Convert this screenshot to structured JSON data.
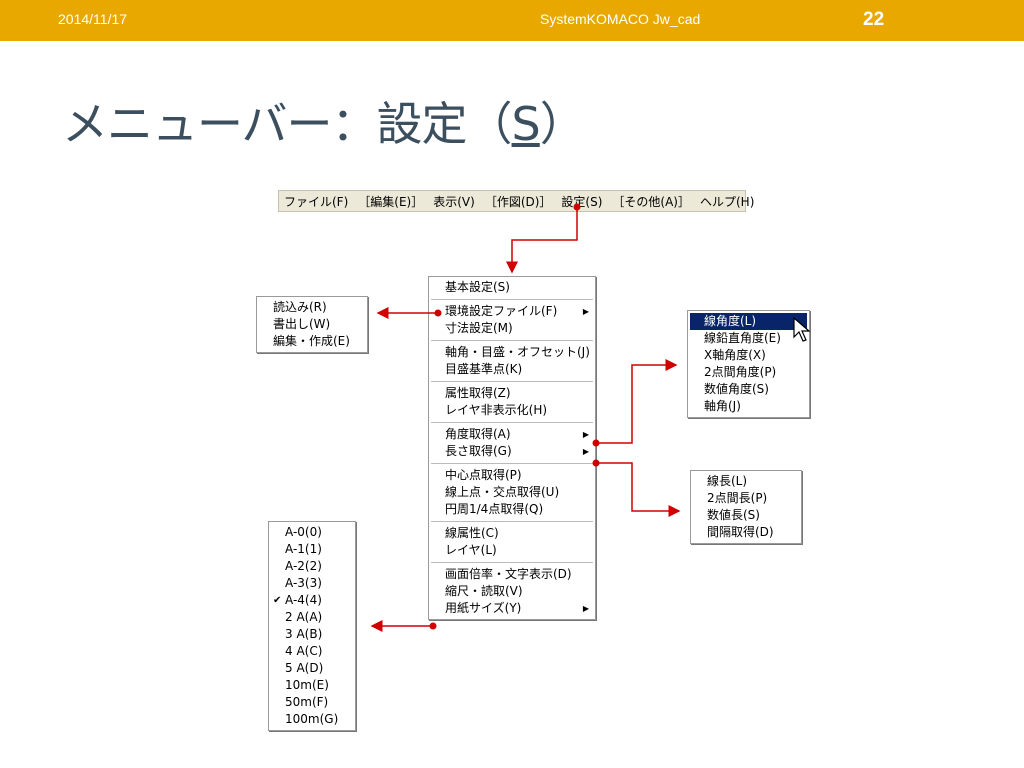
{
  "header": {
    "date": "2014/11/17",
    "title": "SystemKOMACO Jw_cad",
    "page_number": "22"
  },
  "slide_title": {
    "prefix": "メニューバー：設定（",
    "underline": "S",
    "suffix": "）"
  },
  "menubar": [
    "ファイル(F)",
    "［編集(E)］",
    "表示(V)",
    "［作図(D)］",
    "設定(S)",
    "［その他(A)］",
    "ヘルプ(H)"
  ],
  "settings_menu": {
    "group1": [
      "基本設定(S)"
    ],
    "group2": [
      "環境設定ファイル(F)",
      "寸法設定(M)"
    ],
    "group3": [
      "軸角・目盛・オフセット(J)",
      "目盛基準点(K)"
    ],
    "group4": [
      "属性取得(Z)",
      "レイヤ非表示化(H)"
    ],
    "group5": [
      "角度取得(A)",
      "長さ取得(G)"
    ],
    "group6": [
      "中心点取得(P)",
      "線上点・交点取得(U)",
      "円周1/4点取得(Q)"
    ],
    "group7": [
      "線属性(C)",
      "レイヤ(L)"
    ],
    "group8": [
      "画面倍率・文字表示(D)",
      "縮尺・読取(V)",
      "用紙サイズ(Y)"
    ]
  },
  "env_file_submenu": [
    "読込み(R)",
    "書出し(W)",
    "編集・作成(E)"
  ],
  "angle_submenu": [
    "線角度(L)",
    "線鉛直角度(E)",
    "X軸角度(X)",
    "2点間角度(P)",
    "数値角度(S)",
    "軸角(J)"
  ],
  "length_submenu": [
    "線長(L)",
    "2点間長(P)",
    "数値長(S)",
    "間隔取得(D)"
  ],
  "paper_submenu": [
    "A-0(0)",
    "A-1(1)",
    "A-2(2)",
    "A-3(3)",
    "A-4(4)",
    "2 A(A)",
    "3 A(B)",
    "4 A(C)",
    "5 A(D)",
    "10m(E)",
    "50m(F)",
    "100m(G)"
  ],
  "paper_checked": "A-4(4)",
  "colors": {
    "header_bg": "#e8a800",
    "arrow": "#d00000",
    "highlight": "#0a246a"
  }
}
